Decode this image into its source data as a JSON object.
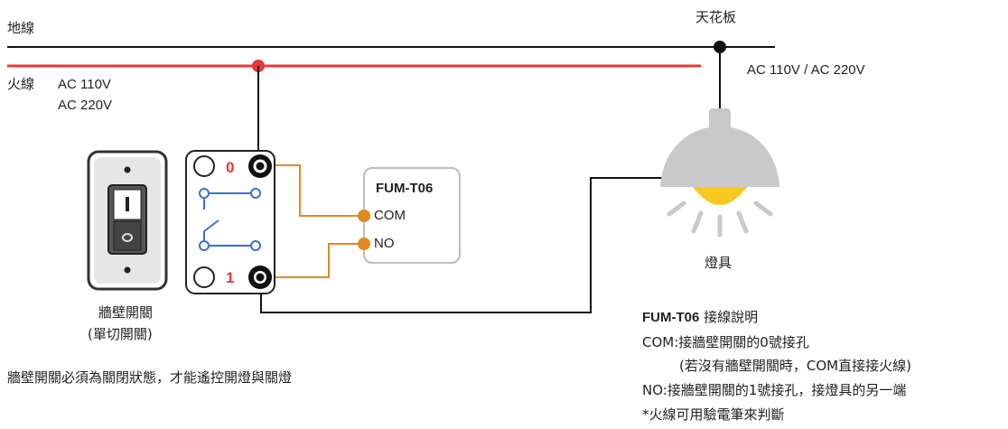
{
  "labels": {
    "ground_line": "地線",
    "live_line": "火線",
    "voltage_line1": "AC 110V",
    "voltage_line2": "AC 220V",
    "ceiling": "天花板",
    "ceiling_voltage": "AC 110V / AC 220V",
    "lamp": "燈具",
    "wall_switch": "牆壁開關",
    "wall_switch_type": "(單切開關)",
    "terminal_0": "0",
    "terminal_1": "1",
    "module_name": "FUM-T06",
    "com": "COM",
    "no": "NO"
  },
  "note_left": "牆壁開關必須為關閉狀態，才能遙控開燈與關燈",
  "wiring_notes": {
    "title_model": "FUM-T06",
    "title_text": " 接線說明",
    "lines": [
      "COM:接牆壁開關的0號接孔",
      "(若沒有牆壁開關時，COM直接接火線)",
      "NO:接牆壁開關的1號接孔，接燈具的另一端",
      "*火線可用驗電筆來判斷"
    ]
  },
  "colors": {
    "ground_wire": "#111111",
    "live_wire": "#e53935",
    "signal_wire": "#e08a1e",
    "switch_contacts": "#3a6fd8",
    "lamp_shade": "#c9c9c9",
    "lamp_bulb": "#f7c81e"
  },
  "icons": [
    "wall-switch-icon",
    "lamp-icon",
    "relay-switch-icon"
  ]
}
